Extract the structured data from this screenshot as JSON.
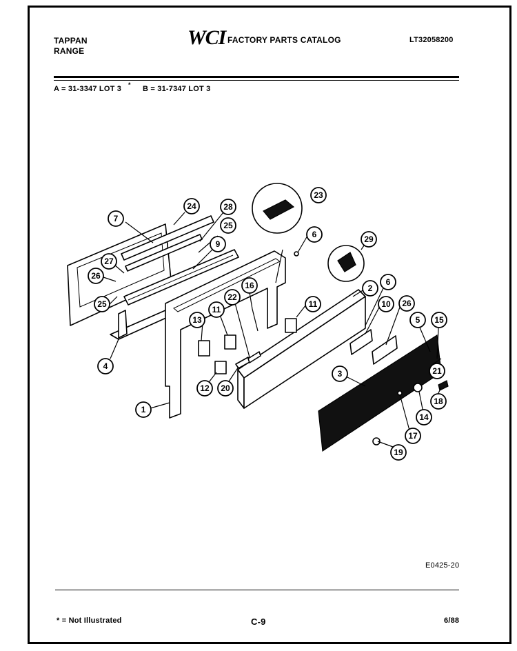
{
  "header": {
    "brand_line1": "TAPPAN",
    "brand_line2": "RANGE",
    "logo_text": "WCI",
    "catalog_title": "FACTORY PARTS CATALOG",
    "catalog_number": "LT32058200"
  },
  "models": {
    "a_label": "A = 31-3347 LOT 3",
    "a_mark": "*",
    "b_label": "B = 31-7347 LOT 3"
  },
  "callouts": [
    "1",
    "2",
    "3",
    "4",
    "5",
    "6",
    "6",
    "7",
    "9",
    "10",
    "11",
    "11",
    "12",
    "13",
    "14",
    "15",
    "16",
    "17",
    "18",
    "19",
    "20",
    "21",
    "22",
    "23",
    "24",
    "25",
    "25",
    "26",
    "26",
    "27",
    "28",
    "29"
  ],
  "figure_code": "E0425-20",
  "footer": {
    "note": "* = Not Illustrated",
    "page": "C-9",
    "date": "6/88"
  }
}
